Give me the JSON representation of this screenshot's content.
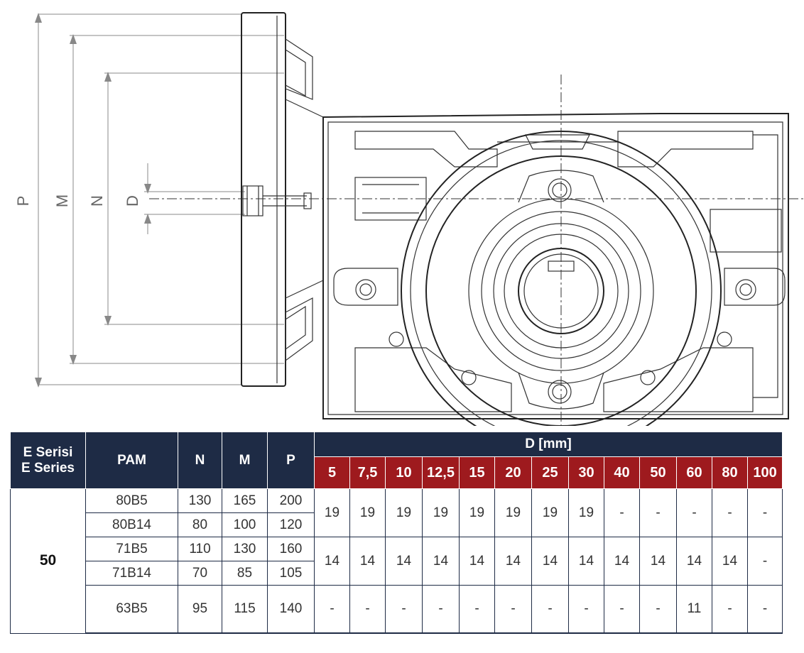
{
  "diagram": {
    "dimension_labels": {
      "p": "P",
      "m": "M",
      "n": "N",
      "d": "D"
    }
  },
  "table": {
    "headers": {
      "series_line1": "E Serisi",
      "series_line2": "E Series",
      "pam": "PAM",
      "n": "N",
      "m": "M",
      "p": "P",
      "d_group": "D [mm]",
      "ratios": [
        "5",
        "7,5",
        "10",
        "12,5",
        "15",
        "20",
        "25",
        "30",
        "40",
        "50",
        "60",
        "80",
        "100"
      ]
    },
    "series": "50",
    "rows": [
      {
        "pam": "80B5",
        "n": "130",
        "m": "165",
        "p": "200"
      },
      {
        "pam": "80B14",
        "n": "80",
        "m": "100",
        "p": "120"
      },
      {
        "pam": "71B5",
        "n": "110",
        "m": "130",
        "p": "160"
      },
      {
        "pam": "71B14",
        "n": "70",
        "m": "85",
        "p": "105"
      },
      {
        "pam": "63B5",
        "n": "95",
        "m": "115",
        "p": "140"
      }
    ],
    "d_groups": [
      [
        "19",
        "19",
        "19",
        "19",
        "19",
        "19",
        "19",
        "19",
        "-",
        "-",
        "-",
        "-",
        "-"
      ],
      [
        "14",
        "14",
        "14",
        "14",
        "14",
        "14",
        "14",
        "14",
        "14",
        "14",
        "14",
        "14",
        "-"
      ],
      [
        "-",
        "-",
        "-",
        "-",
        "-",
        "-",
        "-",
        "-",
        "-",
        "-",
        "11",
        "-",
        "-"
      ]
    ]
  }
}
